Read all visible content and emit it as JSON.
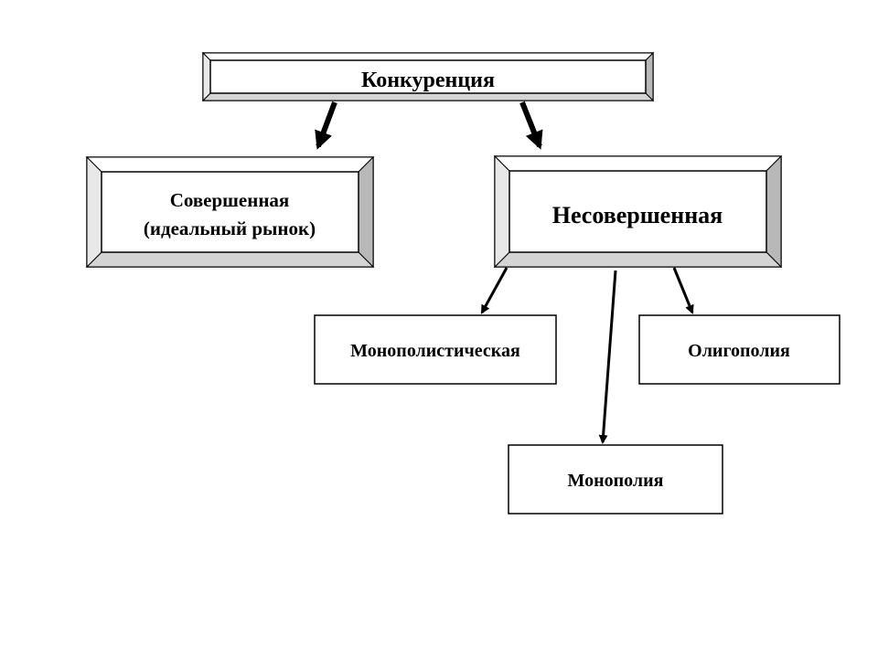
{
  "diagram": {
    "root": "Конкуренция",
    "perfect": {
      "line1": "Совершенная",
      "line2": "(идеальный рынок)"
    },
    "imperfect": "Несовершенная",
    "monopolistic": "Монополистическая",
    "oligopoly": "Олигополия",
    "monopoly": "Монополия"
  }
}
